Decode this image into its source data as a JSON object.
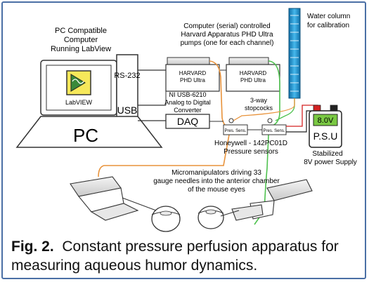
{
  "pc_block": {
    "title_lines": [
      "PC Compatible",
      "Computer",
      "Running LabView"
    ],
    "ports": [
      "RS-232",
      "USB"
    ],
    "screen_label": "LabVIEW",
    "pc_label": "PC"
  },
  "pumps": {
    "title_lines": [
      "Computer (serial) controlled",
      "Harvard Apparatus PHD Ultra",
      "pumps (one for each channel)"
    ],
    "unit_lines": [
      "HARVARD",
      "PHD Ultra"
    ]
  },
  "daq": {
    "title_lines": [
      "NI USB-6210",
      "Analog to Digital",
      "Converter"
    ],
    "label": "DAQ"
  },
  "water_column": {
    "title_lines": [
      "Water column",
      "for calibration"
    ]
  },
  "stopcocks": {
    "title_lines": [
      "3-way",
      "stopcocks"
    ]
  },
  "sensors": {
    "unit_label": "Pres. Sens.",
    "title_lines": [
      "Honeywell - 142PC01D",
      "Pressure sensors"
    ]
  },
  "psu": {
    "display": "8.0V",
    "label": "P.S.U",
    "title_lines": [
      "Stabilized",
      "8V power Supply"
    ]
  },
  "micromanipulators": {
    "title_lines": [
      "Micromanipulators driving 33",
      "gauge needles into the anterior chamber",
      "of the mouse eyes"
    ]
  },
  "caption": {
    "fig_label": "Fig. 2.",
    "text_line1": "Constant pressure perfusion apparatus for",
    "text_line2": "measuring aqueous humor dynamics."
  },
  "colors": {
    "frame": "#4a6fa5",
    "orange_tube": "#e8923a",
    "green_tube": "#4fc24f",
    "red_wire": "#d42020",
    "water": "#2aa0d8"
  }
}
